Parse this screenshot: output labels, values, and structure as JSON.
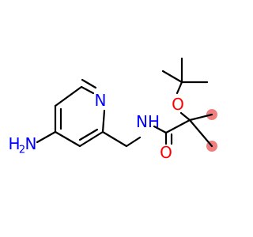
{
  "molecule": {
    "atoms": {
      "pyridine_n": {
        "symbol": "N",
        "color": "#0000FF"
      },
      "amide_nh": {
        "symbol": "NH",
        "color": "#0000FF"
      },
      "ether_o": {
        "symbol": "O",
        "color": "#FF0000"
      },
      "carbonyl_o": {
        "symbol": "O",
        "color": "#FF0000"
      },
      "amine": {
        "symbol": "H",
        "subscript": "2",
        "suffix": "N",
        "color": "#0000FF"
      }
    },
    "methyl_highlight_color": "#F08080"
  }
}
